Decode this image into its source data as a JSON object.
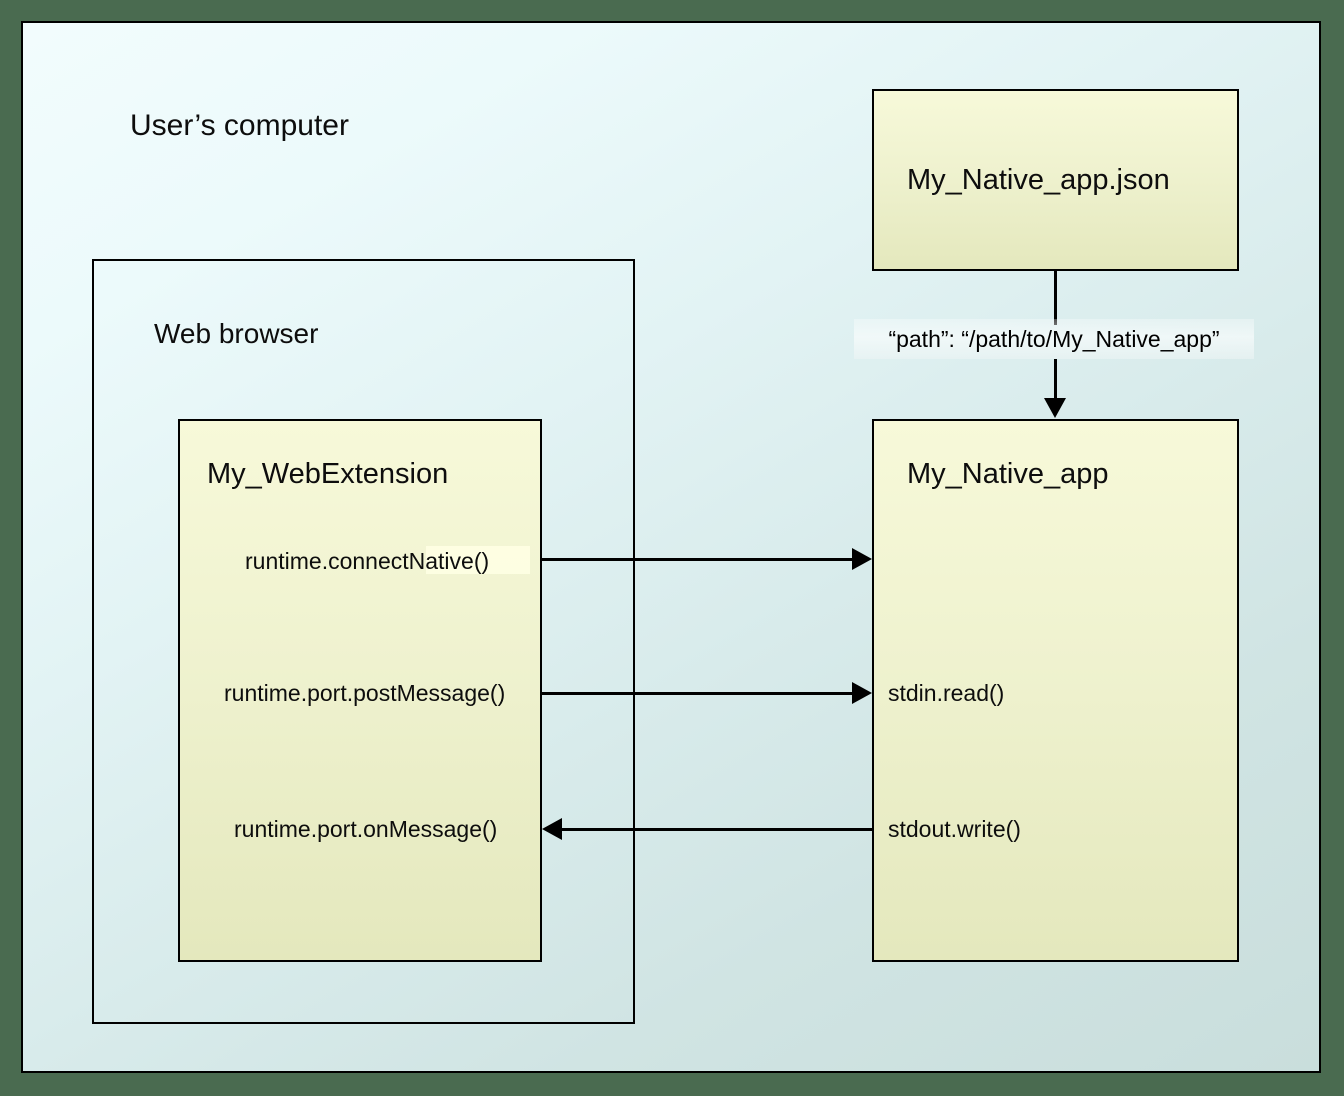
{
  "diagram": {
    "title": "User’s computer",
    "outer_border_color": "#4a6b50",
    "canvas_border_color": "#000000",
    "canvas_background": "light-cyan-to-teal-gradient",
    "box_fill_color": "#eff2cf",
    "connector_color": "#000000"
  },
  "containers": {
    "user_computer": {
      "label": "User’s computer"
    },
    "web_browser": {
      "label": "Web browser"
    }
  },
  "nodes": {
    "webextension": {
      "title": "My_WebExtension",
      "api_calls": [
        {
          "label": "runtime.connectNative()",
          "highlighted": true
        },
        {
          "label": "runtime.port.postMessage()",
          "highlighted": false
        },
        {
          "label": "runtime.port.onMessage()",
          "highlighted": false
        }
      ]
    },
    "native_app": {
      "title": "My_Native_app",
      "api_calls": [
        {
          "label": "stdin.read()"
        },
        {
          "label": "stdout.write()"
        }
      ]
    },
    "manifest": {
      "title": "My_Native_app.json"
    }
  },
  "connectors": {
    "manifest_to_native": {
      "label": "“path”: “/path/to/My_Native_app”",
      "direction": "down"
    },
    "connect_native": {
      "from": "runtime.connectNative()",
      "to": "My_Native_app",
      "direction": "right"
    },
    "post_message": {
      "from": "runtime.port.postMessage()",
      "to": "stdin.read()",
      "direction": "right"
    },
    "on_message": {
      "from": "stdout.write()",
      "to": "runtime.port.onMessage()",
      "direction": "left"
    }
  }
}
